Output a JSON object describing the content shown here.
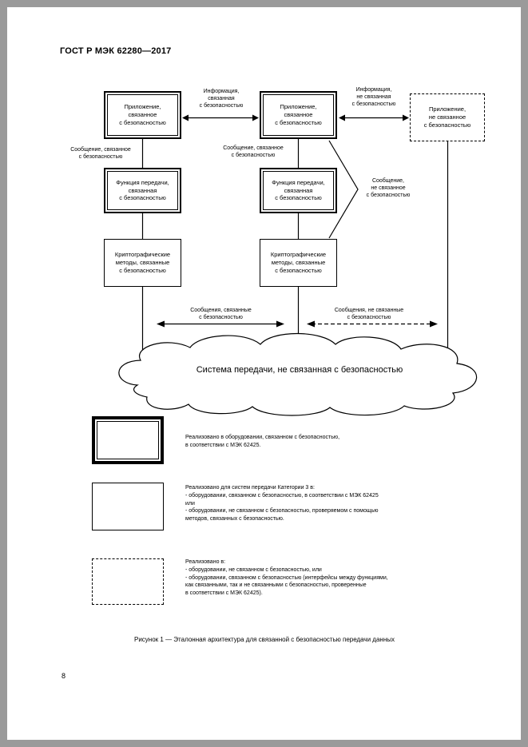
{
  "page": {
    "header": "ГОСТ Р МЭК 62280—2017",
    "page_number": "8",
    "caption": "Рисунок 1 — Эталонная архитектура для связанной с безопасностью передачи данных"
  },
  "diagram": {
    "app_left": "Приложение,\nсвязанное\nс безопасностью",
    "app_mid": "Приложение,\nсвязанное\nс безопасностью",
    "app_right": "Приложение,\nне связанное\nс безопасностью",
    "info_safety": "Информация,\nсвязанная\nс безопасностью",
    "info_nonsafety": "Информация,\nне связанная\nс безопасностью",
    "msg_safety_left": "Сообщение, связанное\nс безопасностью",
    "msg_safety_mid": "Сообщение, связанное\nс безопасностью",
    "func_left": "Функция передачи,\nсвязанная\nс безопасностью",
    "func_mid": "Функция передачи,\nсвязанная\nс безопасностью",
    "msg_nonsafety": "Сообщение,\nне связанное\nс безопасностью",
    "crypto_left": "Криптографические\nметоды, связанные\nс безопасностью",
    "crypto_mid": "Криптографические\nметоды, связанные\nс безопасностью",
    "msgs_safety": "Сообщения, связанные\nс безопасностью",
    "msgs_nonsafety": "Сообщения, не связанные\nс безопасностью",
    "cloud": "Система передачи, не связанная с безопасностью"
  },
  "legend": {
    "item1": "Реализовано в оборудовании, связанном с безопасностью,\nв соответствии с МЭК 62425.",
    "item2": "Реализовано для систем передачи Категории 3 в:\n- оборудовании, связанном с безопасностью, в соответствии с МЭК 62425\nили\n- оборудовании, не связанном с безопасностью, проверяемом с помощью\nметодов, связанных с безопасностью.",
    "item3": "Реализовано в:\n- оборудовании, не связанном с безопасностью, или\n- оборудовании, связанном с безопасностью (интерфейсы между функциями,\nкак связанными, так и не связанными с безопасностью, проверенные\nв соответствии с МЭК 62425)."
  }
}
